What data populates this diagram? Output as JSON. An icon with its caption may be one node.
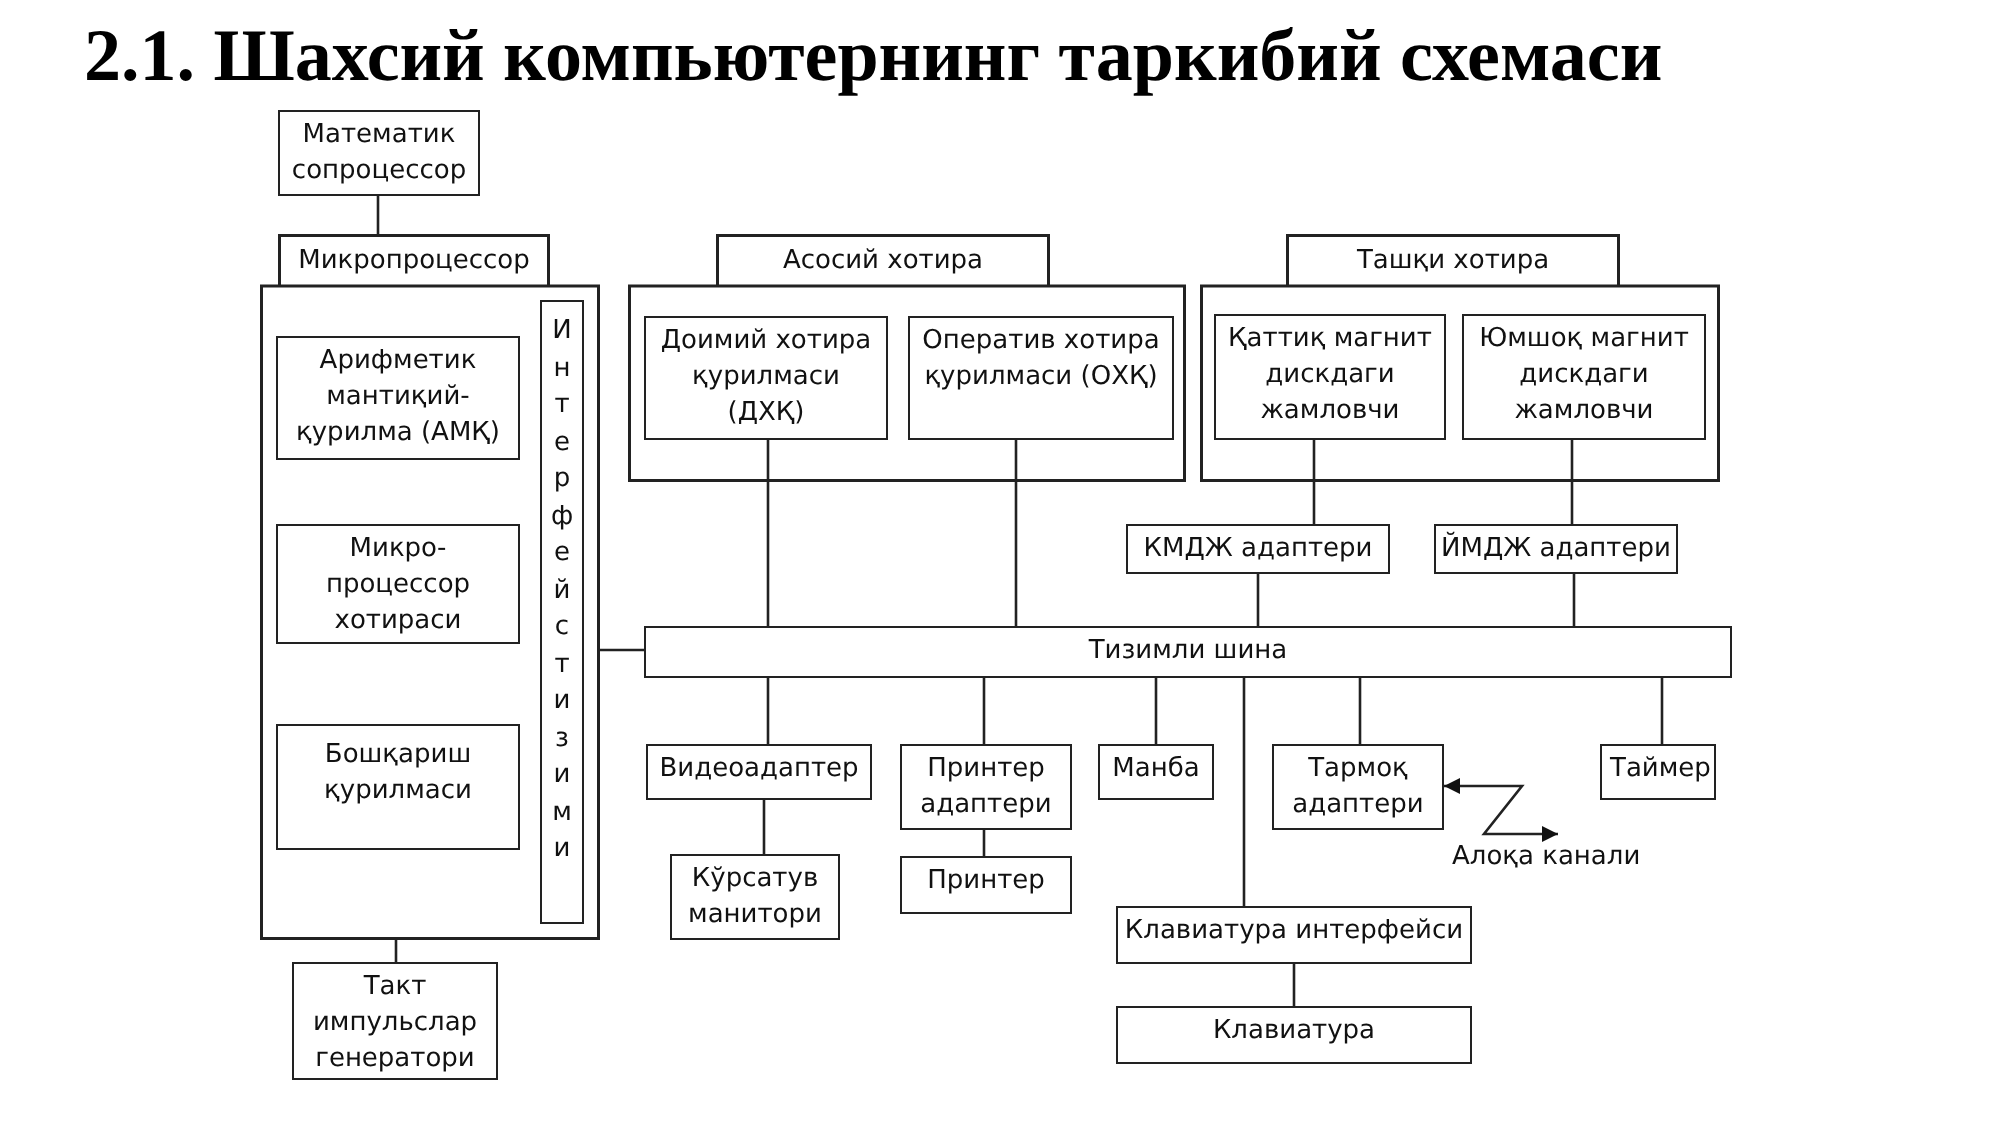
{
  "diagram": {
    "title": "2.1. Шахсий компьютернинг таркибий схемаси",
    "nodes": [
      {
        "text": [
          "Математик сопроцессор"
        ]
      },
      {
        "text": [
          "Микропроцессор"
        ]
      },
      {
        "text": [
          "Арифметик мантиқий- қурилма (АМҚ)"
        ],
        "in": 1
      },
      {
        "text": [
          "Микро- процессор хотираси"
        ],
        "in": 1
      },
      {
        "text": [
          "Бошқариш қурилмаси"
        ],
        "in": 1
      },
      {
        "text": [
          "Интерфейс тизими"
        ],
        "in": 1
      },
      {
        "text": [
          "Асосий хотира"
        ]
      },
      {
        "text": [
          "Доимий хотира қурилмаси (ДХҚ)"
        ],
        "in": 6
      },
      {
        "text": [
          "Оператив хотира қурилмаси (ОХҚ)"
        ],
        "in": 6
      },
      {
        "text": [
          "Ташқи хотира"
        ]
      },
      {
        "text": [
          "Қаттиқ магнит дискдаги жамловчи"
        ],
        "in": 9
      },
      {
        "text": [
          "Юмшоқ магнит дискдаги жамловчи"
        ],
        "in": 9
      },
      {
        "text": [
          "КМДЖ адаптери"
        ]
      },
      {
        "text": [
          "ЙМДЖ адаптери"
        ]
      },
      {
        "text": [
          "Тизимли шина"
        ]
      },
      {
        "text": [
          "Видеоадаптер"
        ]
      },
      {
        "text": [
          "Принтер адаптери"
        ]
      },
      {
        "text": [
          "Манба"
        ]
      },
      {
        "text": [
          "Тармоқ адаптери"
        ]
      },
      {
        "text": [
          "Таймер"
        ]
      },
      {
        "text": [
          "Кўрсатув манитори"
        ]
      },
      {
        "text": [
          "Принтер"
        ]
      },
      {
        "text": [
          "Алоқа канали"
        ]
      },
      {
        "text": [
          "Клавиатура интерфейси"
        ]
      },
      {
        "text": [
          "Такт импульслар генератори"
        ]
      },
      {
        "text": [
          "Клавиатура"
        ]
      }
    ],
    "edges": [
      {
        "from": 0,
        "to": 1,
        "arrow": "none"
      },
      {
        "from": 1,
        "to": 14,
        "arrow": "none"
      },
      {
        "from": 1,
        "to": 24,
        "arrow": "none"
      },
      {
        "from": 7,
        "to": 14,
        "arrow": "none"
      },
      {
        "from": 8,
        "to": 14,
        "arrow": "none"
      },
      {
        "from": 10,
        "to": 12,
        "arrow": "none"
      },
      {
        "from": 11,
        "to": 13,
        "arrow": "none"
      },
      {
        "from": 12,
        "to": 14,
        "arrow": "none"
      },
      {
        "from": 13,
        "to": 14,
        "arrow": "none"
      },
      {
        "from": 14,
        "to": 15,
        "arrow": "none"
      },
      {
        "from": 14,
        "to": 16,
        "arrow": "none"
      },
      {
        "from": 14,
        "to": 17,
        "arrow": "none"
      },
      {
        "from": 14,
        "to": 23,
        "arrow": "none"
      },
      {
        "from": 14,
        "to": 18,
        "arrow": "none"
      },
      {
        "from": 14,
        "to": 19,
        "arrow": "none"
      },
      {
        "from": 15,
        "to": 20,
        "arrow": "none"
      },
      {
        "from": 16,
        "to": 21,
        "arrow": "none"
      },
      {
        "from": 23,
        "to": 25,
        "arrow": "none"
      },
      {
        "from": 22,
        "to": 18,
        "arrow": "both"
      }
    ]
  }
}
